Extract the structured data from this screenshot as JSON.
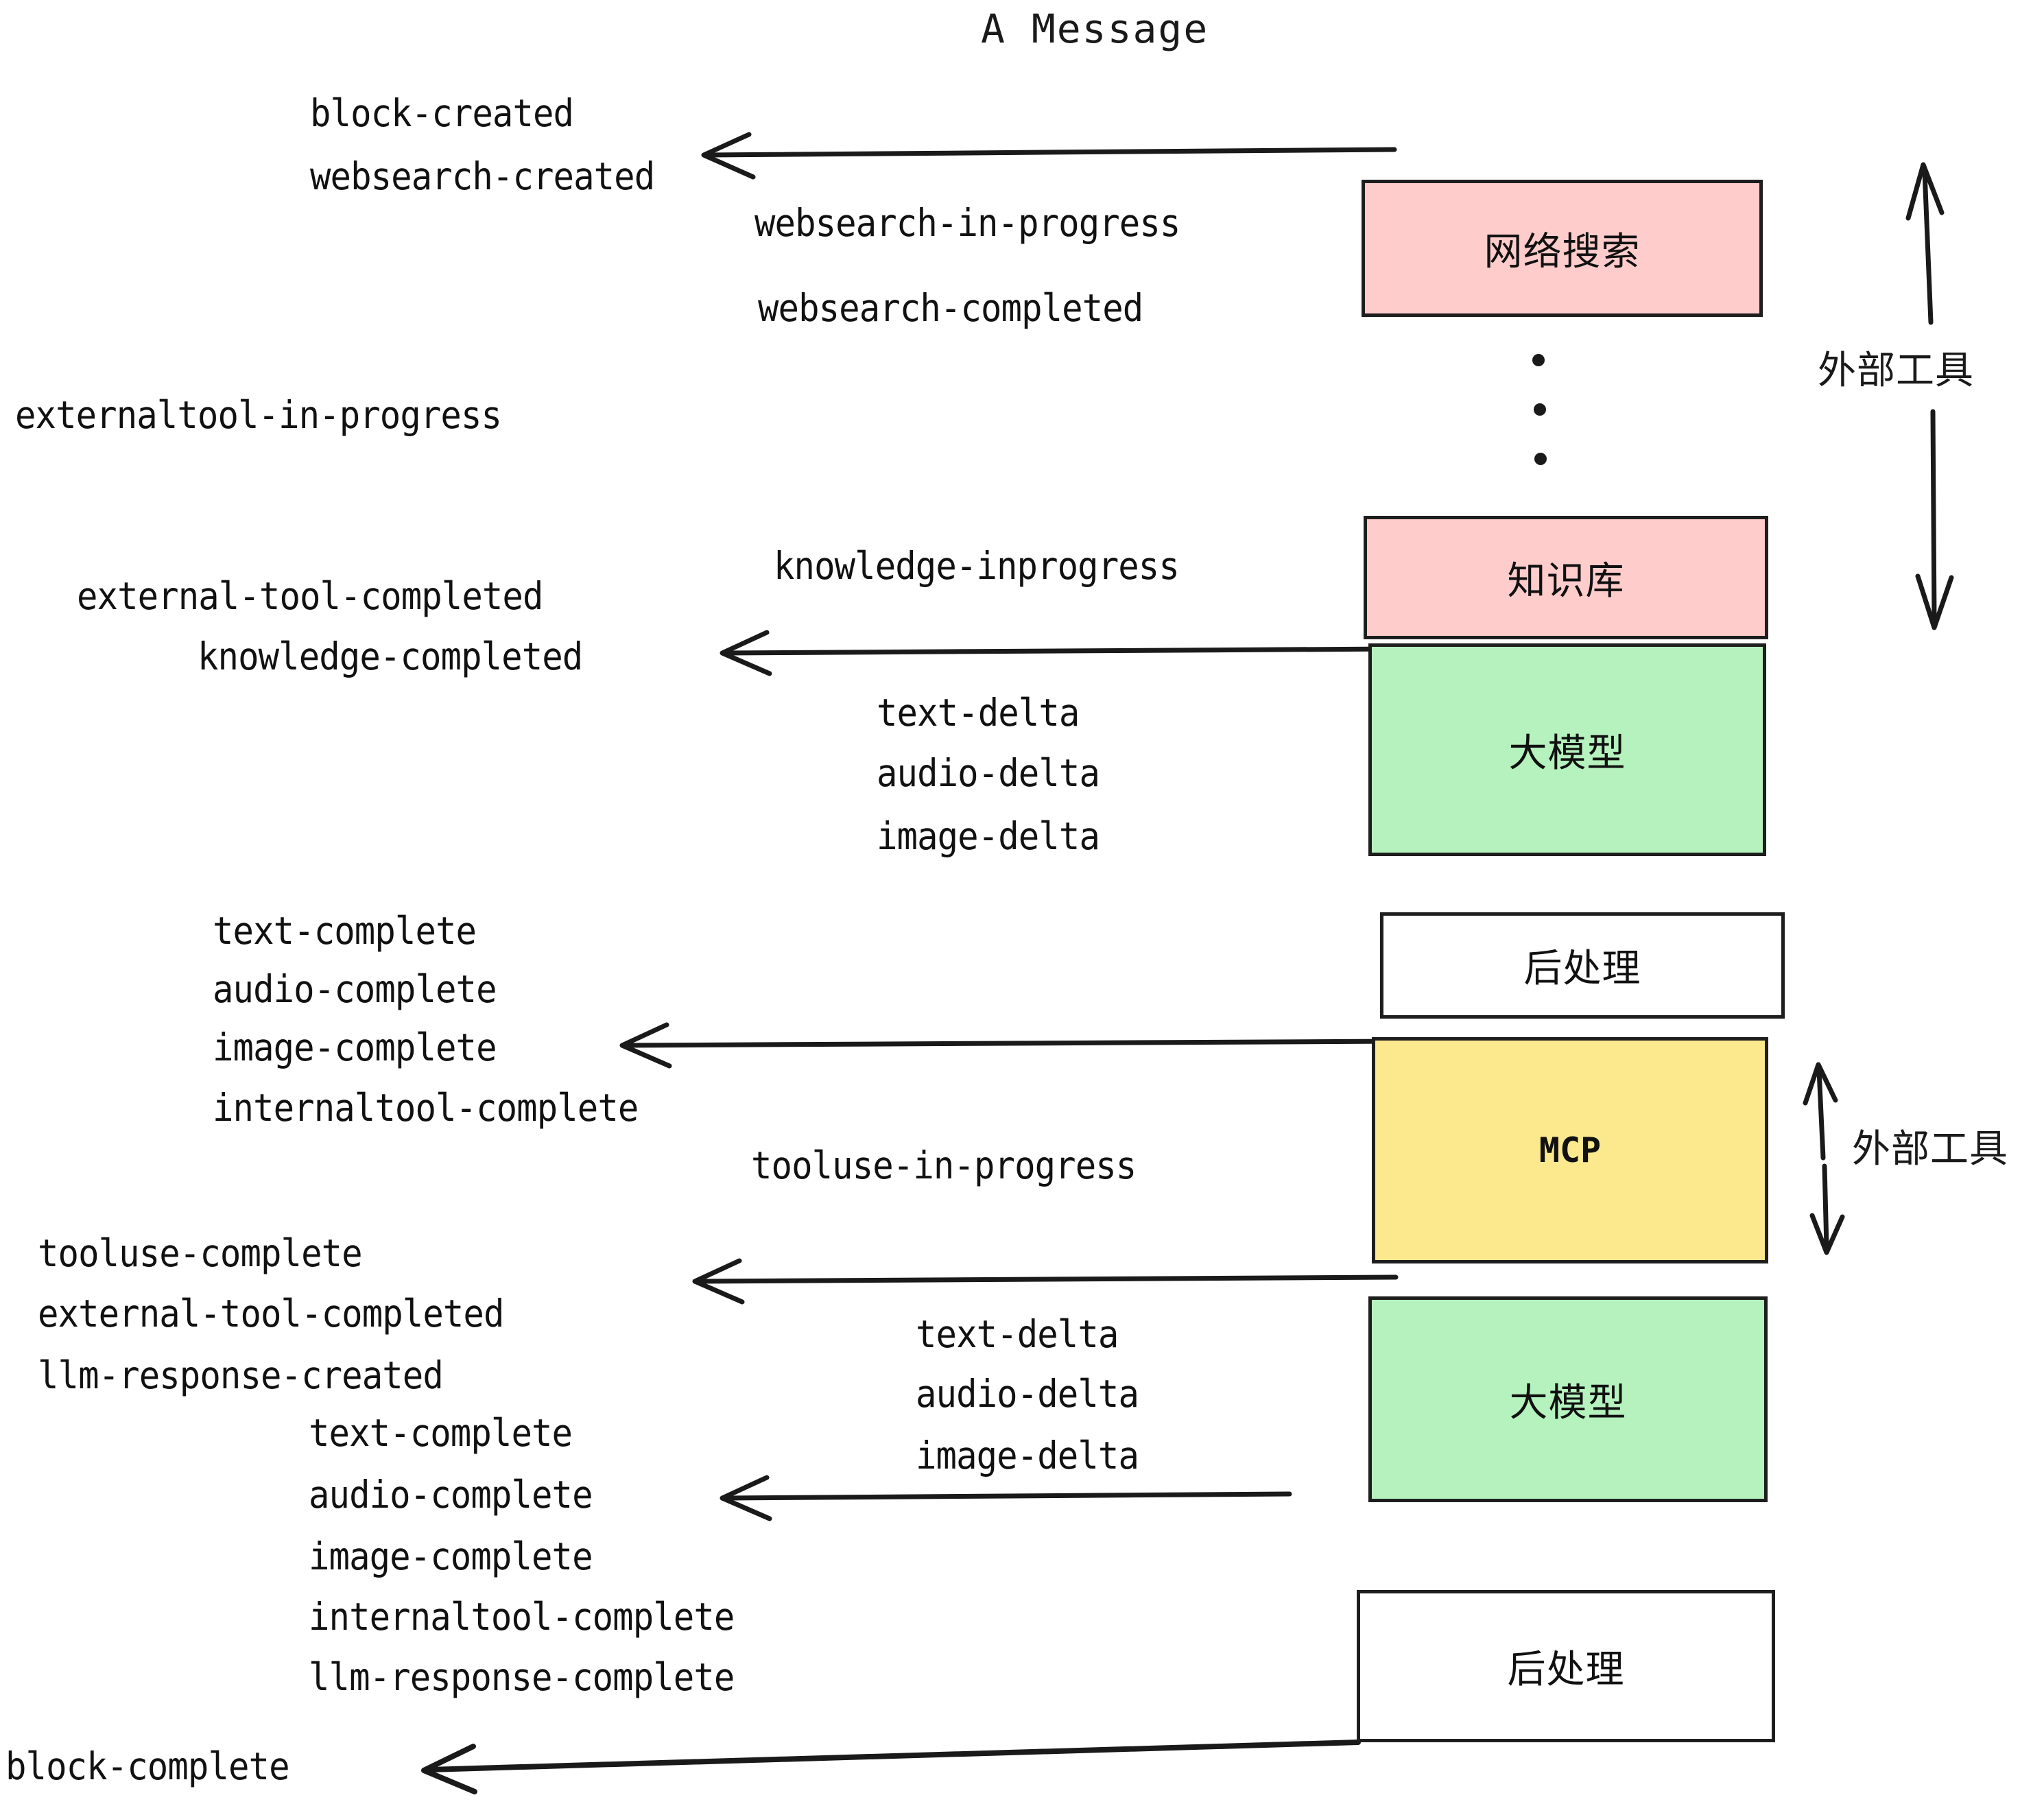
{
  "title": "A Message",
  "boxes": [
    {
      "label": "网络搜索",
      "color": "pink"
    },
    {
      "label": "知识库",
      "color": "pink"
    },
    {
      "label": "大模型",
      "color": "green"
    },
    {
      "label": "后处理",
      "color": "white"
    },
    {
      "label": "MCP",
      "color": "yellow"
    },
    {
      "label": "大模型",
      "color": "green"
    },
    {
      "label": "后处理",
      "color": "white"
    }
  ],
  "side_labels": [
    {
      "text": "外部工具"
    },
    {
      "text": "外部工具"
    }
  ],
  "events": [
    {
      "text": "block-created"
    },
    {
      "text": "websearch-created"
    },
    {
      "text": "websearch-in-progress"
    },
    {
      "text": "websearch-completed"
    },
    {
      "text": "externaltool-in-progress"
    },
    {
      "text": "knowledge-inprogress"
    },
    {
      "text": "external-tool-completed"
    },
    {
      "text": "knowledge-completed"
    },
    {
      "text": "text-delta"
    },
    {
      "text": "audio-delta"
    },
    {
      "text": "image-delta"
    },
    {
      "text": "text-complete"
    },
    {
      "text": "audio-complete"
    },
    {
      "text": "image-complete"
    },
    {
      "text": "internaltool-complete"
    },
    {
      "text": "tooluse-in-progress"
    },
    {
      "text": "tooluse-complete"
    },
    {
      "text": "external-tool-completed"
    },
    {
      "text": "llm-response-created"
    },
    {
      "text": "text-complete"
    },
    {
      "text": "audio-complete"
    },
    {
      "text": "image-complete"
    },
    {
      "text": "internaltool-complete"
    },
    {
      "text": "llm-response-complete"
    },
    {
      "text": "text-delta"
    },
    {
      "text": "audio-delta"
    },
    {
      "text": "image-delta"
    },
    {
      "text": "block-complete"
    }
  ],
  "colors": {
    "pink": "#FFCCCC",
    "green": "#B6F2BE",
    "yellow": "#FCE98E",
    "white": "#FFFFFF",
    "stroke": "#1E1E1E",
    "text": "#111111",
    "background": "#FFFFFF"
  }
}
